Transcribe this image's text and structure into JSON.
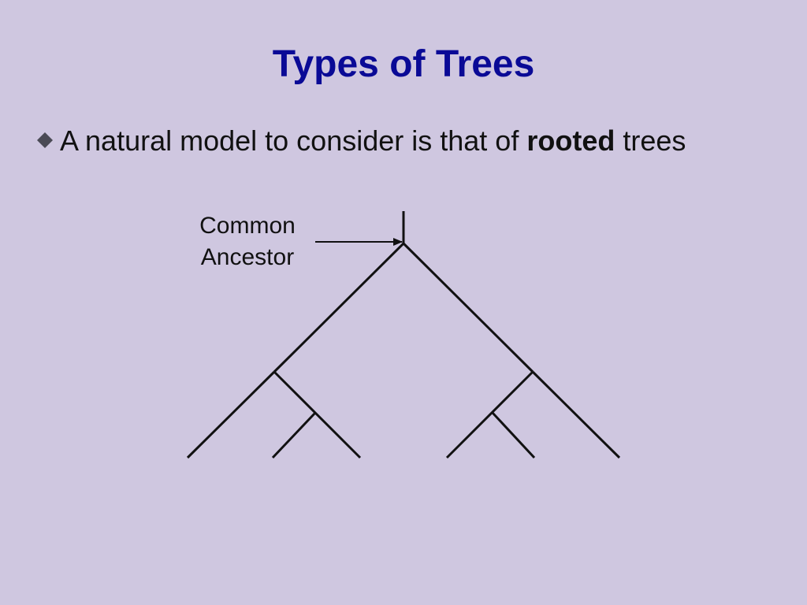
{
  "slide": {
    "title": "Types of Trees",
    "bullet": {
      "icon": "diamond-bullet-icon",
      "text_before": "A natural model to consider is that of ",
      "text_emphasis": "rooted",
      "text_after": " trees"
    },
    "diagram": {
      "label_lines": [
        "Common",
        "Ancestor"
      ]
    }
  },
  "colors": {
    "background": "#CFC7E0",
    "title": "#0A0A96",
    "text": "#111111",
    "bullet": "#4A4A55"
  }
}
